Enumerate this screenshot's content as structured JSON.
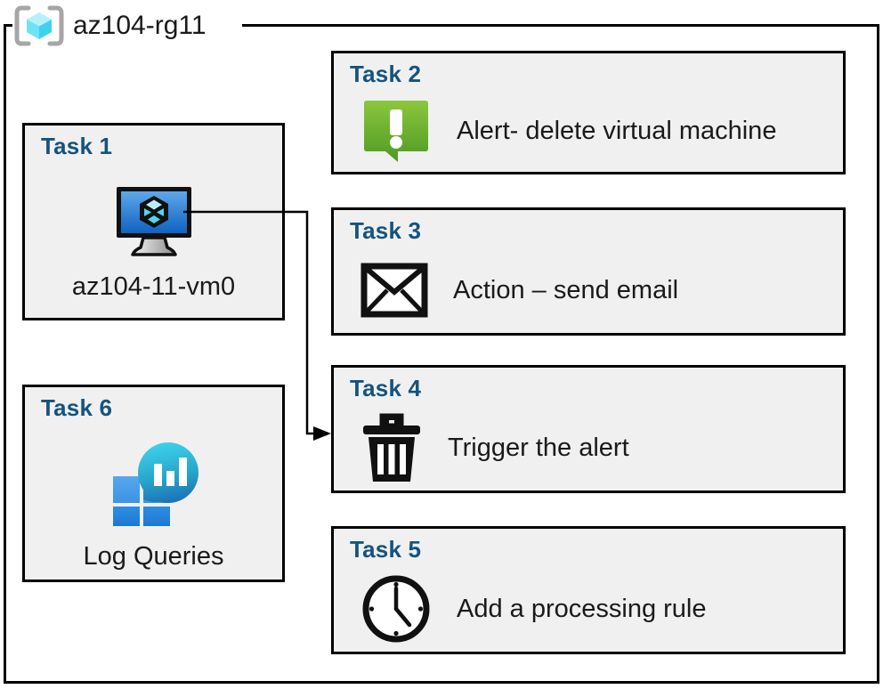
{
  "resource_group": {
    "name": "az104-rg11",
    "icon": "azure-resource-group-icon"
  },
  "tasks": [
    {
      "id": "task-1",
      "label": "Task 1",
      "caption": "az104-11-vm0",
      "icon": "virtual-machine-icon",
      "column": "left"
    },
    {
      "id": "task-2",
      "label": "Task 2",
      "caption": "Alert- delete virtual machine",
      "icon": "alert-exclamation-icon",
      "column": "right"
    },
    {
      "id": "task-3",
      "label": "Task 3",
      "caption": "Action – send email",
      "icon": "envelope-icon",
      "column": "right"
    },
    {
      "id": "task-4",
      "label": "Task 4",
      "caption": "Trigger the alert",
      "icon": "trash-can-icon",
      "column": "right"
    },
    {
      "id": "task-5",
      "label": "Task 5",
      "caption": "Add a processing rule",
      "icon": "clock-icon",
      "column": "right"
    },
    {
      "id": "task-6",
      "label": "Task 6",
      "caption": "Log Queries",
      "icon": "log-analytics-icon",
      "column": "left"
    }
  ],
  "connector": {
    "from": "task-1",
    "to": "task-4",
    "style": "elbow-arrow"
  },
  "colors": {
    "task_label": "#15537E",
    "box_fill": "#F0F0F0",
    "box_border": "#000000",
    "alert_green_light": "#8CC63E",
    "alert_green_dark": "#4E9A23",
    "vm_blue_light": "#5EA8EA",
    "vm_blue_dark": "#1668C2",
    "log_square_blue": "#2A8CE0",
    "log_circle_teal": "#32C8E6",
    "rg_cube_cyan": "#9BE8F8"
  }
}
